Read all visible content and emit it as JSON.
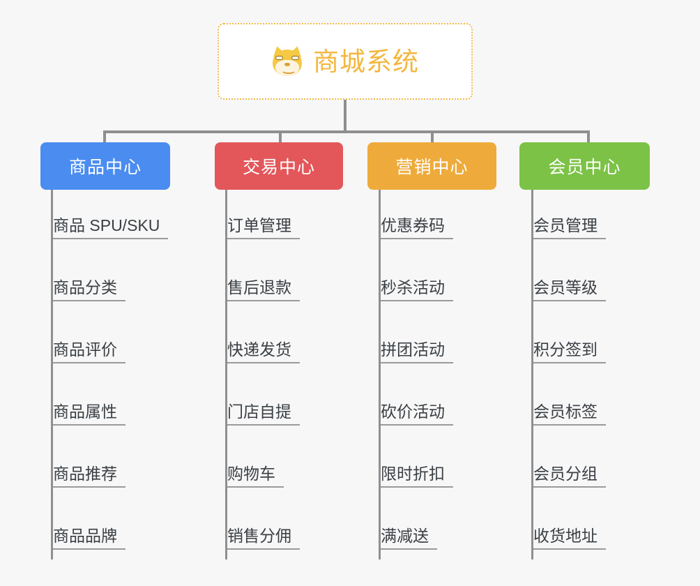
{
  "page": {
    "background_color": "#f7f7f7",
    "type": "org-chart",
    "line_color": "#8f8f8f"
  },
  "root": {
    "title": "商城系统",
    "icon": "shiba-inu-dog-face",
    "text_color": "#f3b73f",
    "border_color": "#f0b849",
    "background_color": "#ffffff"
  },
  "columns": [
    {
      "id": "product-center",
      "title": "商品中心",
      "color": "#4a8cf0",
      "items": [
        "商品 SPU/SKU",
        "商品分类",
        "商品评价",
        "商品属性",
        "商品推荐",
        "商品品牌"
      ]
    },
    {
      "id": "trade-center",
      "title": "交易中心",
      "color": "#e3575a",
      "items": [
        "订单管理",
        "售后退款",
        "快递发货",
        "门店自提",
        "购物车",
        "销售分佣"
      ]
    },
    {
      "id": "marketing-center",
      "title": "营销中心",
      "color": "#eeab3c",
      "items": [
        "优惠券码",
        "秒杀活动",
        "拼团活动",
        "砍价活动",
        "限时折扣",
        "满减送"
      ]
    },
    {
      "id": "member-center",
      "title": "会员中心",
      "color": "#7cc246",
      "items": [
        "会员管理",
        "会员等级",
        "积分签到",
        "会员标签",
        "会员分组",
        "收货地址"
      ]
    }
  ]
}
